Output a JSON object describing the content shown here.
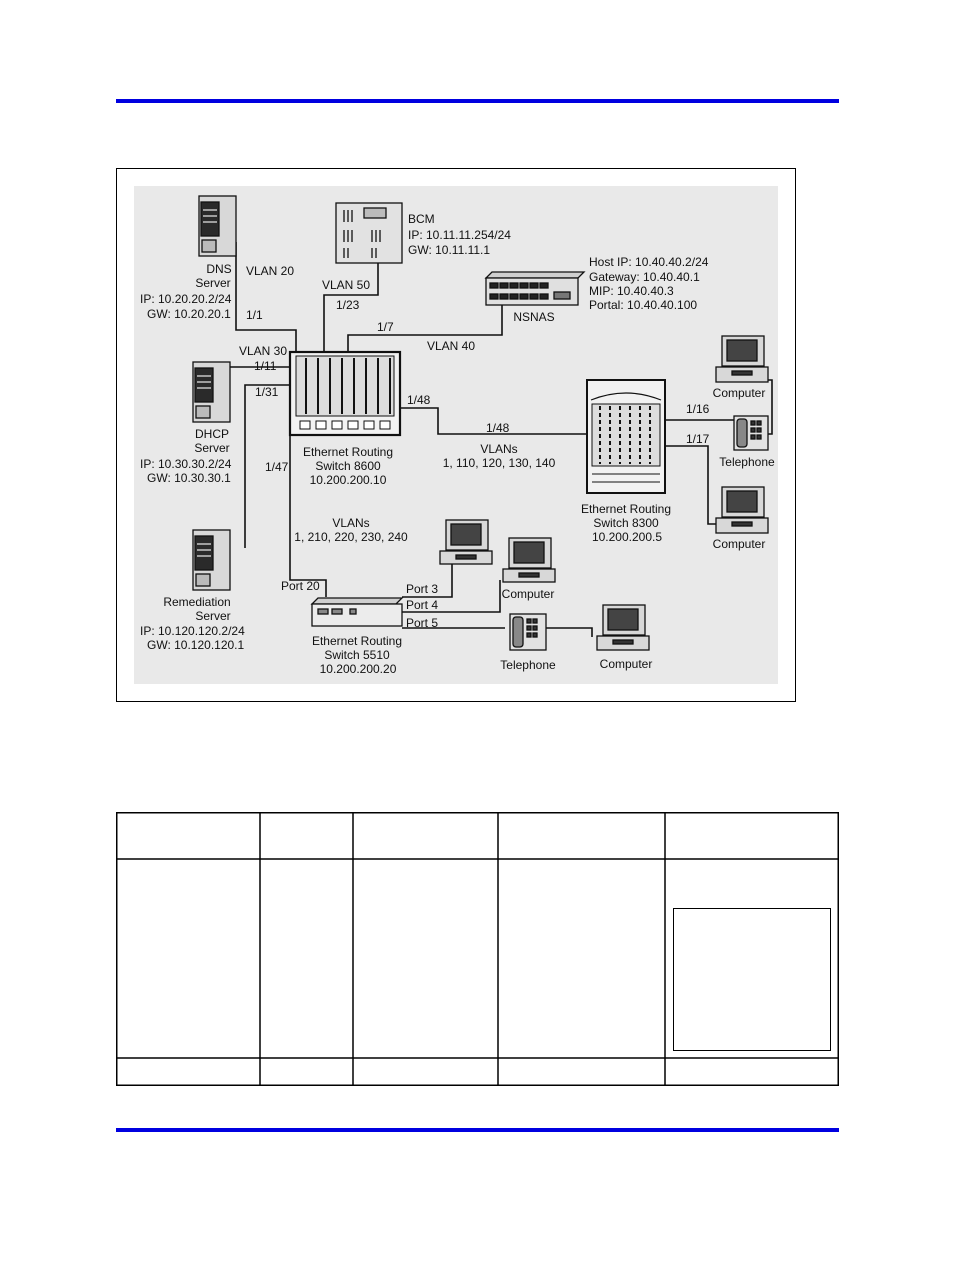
{
  "diagram": {
    "dns": {
      "name": "DNS",
      "role": "Server",
      "ip": "IP: 10.20.20.2/24",
      "gw": "GW: 10.20.20.1"
    },
    "dhcp": {
      "name": "DHCP",
      "role": "Server",
      "ip": "IP: 10.30.30.2/24",
      "gw": "GW: 10.30.30.1"
    },
    "remediation": {
      "name": "Remediation",
      "role": "Server",
      "ip": "IP: 10.120.120.2/24",
      "gw": "GW: 10.120.120.1"
    },
    "bcm": {
      "name": "BCM",
      "ip": "IP: 10.11.11.254/24",
      "gw": "GW: 10.11.11.1"
    },
    "nsnas": {
      "name": "NSNAS",
      "host_ip": "Host IP: 10.40.40.2/24",
      "gateway": "Gateway: 10.40.40.1",
      "mip": "MIP: 10.40.40.3",
      "portal": "Portal: 10.40.40.100"
    },
    "ers8600": {
      "line1": "Ethernet Routing",
      "line2": "Switch 8600",
      "ip": "10.200.200.10"
    },
    "ers8300": {
      "line1": "Ethernet Routing",
      "line2": "Switch 8300",
      "ip": "10.200.200.5"
    },
    "ers5510": {
      "line1": "Ethernet Routing",
      "line2": "Switch 5510",
      "ip": "10.200.200.20"
    },
    "vlans": {
      "v20": "VLAN 20",
      "v50": "VLAN 50",
      "v30": "VLAN 30",
      "v40": "VLAN 40",
      "core_title": "VLANs",
      "core_list": "1, 110, 120, 130, 140",
      "edge_title": "VLANs",
      "edge_list": "1, 210, 220, 230, 240"
    },
    "ports": {
      "p1_1": "1/1",
      "p1_23": "1/23",
      "p1_7": "1/7",
      "p1_11": "1/11",
      "p1_31": "1/31",
      "p1_48a": "1/48",
      "p1_48b": "1/48",
      "p1_47": "1/47",
      "p1_16": "1/16",
      "p1_17": "1/17",
      "port20": "Port 20",
      "port3": "Port 3",
      "port4": "Port 4",
      "port5": "Port 5"
    },
    "endpoints": {
      "computer_1": "Computer",
      "telephone_1": "Telephone",
      "computer_2": "Computer",
      "computer_3": "Computer",
      "telephone_2": "Telephone",
      "computer_4": "Computer"
    }
  },
  "colors": {
    "rule": "#0000e0",
    "diagram_bg": "#e9e9e9"
  }
}
